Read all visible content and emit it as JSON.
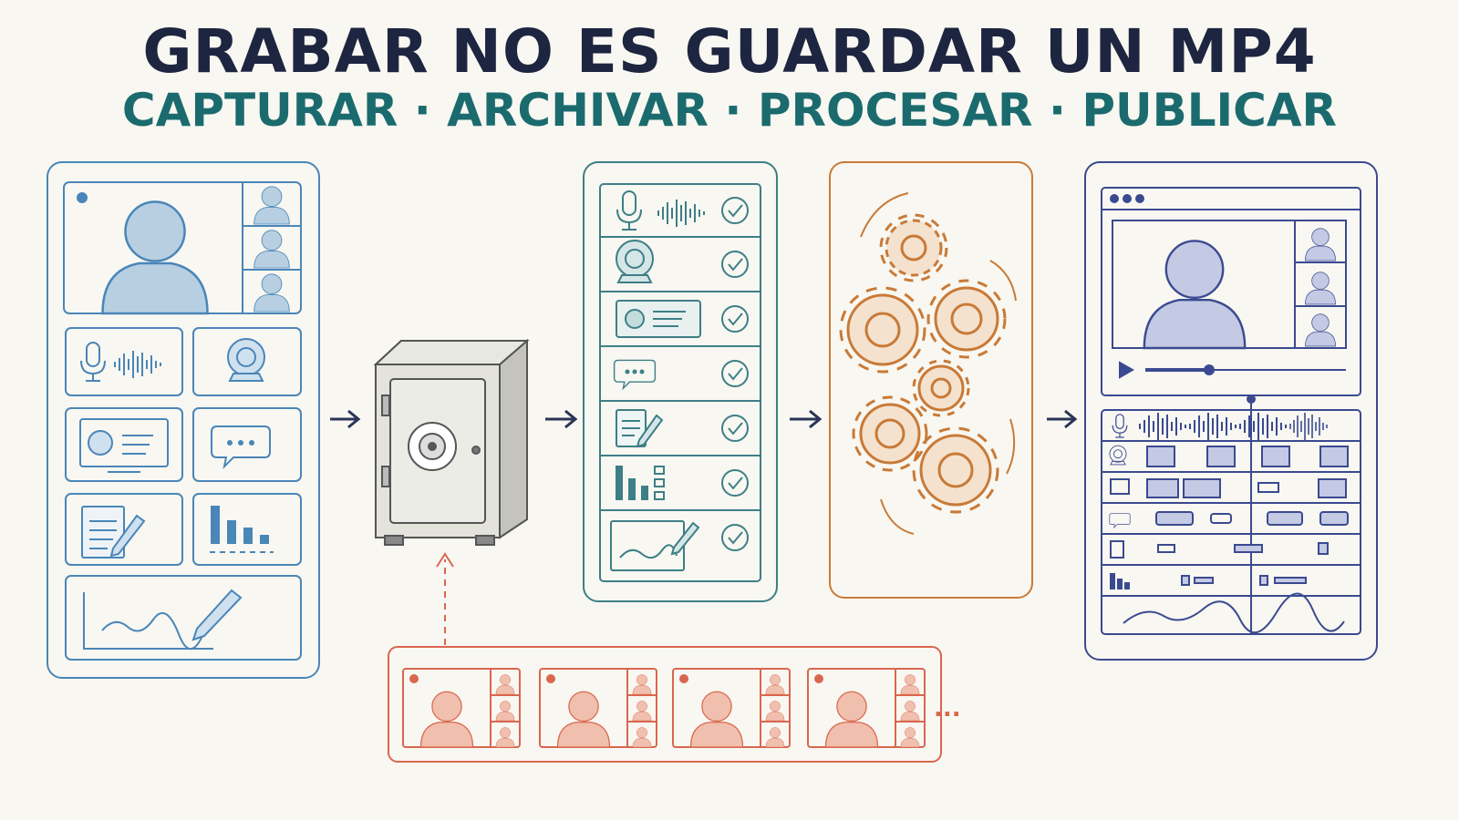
{
  "header": {
    "title": "GRABAR NO ES GUARDAR UN MP4",
    "subtitle": "CAPTURAR · ARCHIVAR · PROCESAR · PUBLICAR"
  },
  "colors": {
    "capture": "#4a86b8",
    "archive": "#3d7f86",
    "process": "#c97a37",
    "publish": "#3b4a90",
    "recordings": "#d9674f",
    "arrow": "#2a3558",
    "title": "#1d2540",
    "subtitle": "#1b6b6e"
  },
  "stages": [
    {
      "id": "capture",
      "icons": [
        "video-call-icon",
        "microphone-icon",
        "webcam-icon",
        "screen-share-icon",
        "chat-icon",
        "notes-icon",
        "poll-icon",
        "whiteboard-icon"
      ]
    },
    {
      "id": "archive",
      "icons": [
        "safe-icon"
      ]
    },
    {
      "id": "tracks",
      "icons": [
        "microphone-icon",
        "webcam-icon",
        "screen-share-icon",
        "chat-icon",
        "notes-icon",
        "poll-icon",
        "whiteboard-icon"
      ],
      "all_checked": true
    },
    {
      "id": "process",
      "icons": [
        "gears-icon"
      ]
    },
    {
      "id": "publish",
      "icons": [
        "player-icon",
        "play-icon",
        "timeline-icon"
      ]
    }
  ],
  "recordings": {
    "count_shown": 4,
    "ellipsis": "..."
  }
}
